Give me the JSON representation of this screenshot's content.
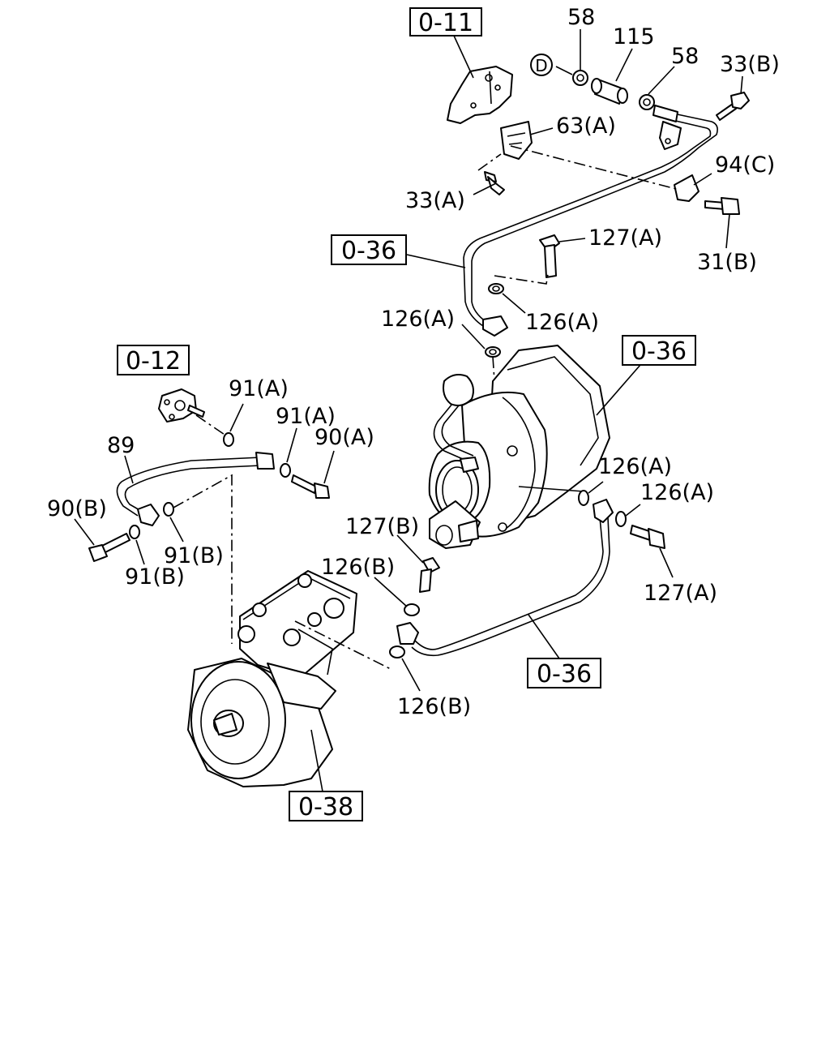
{
  "refs": {
    "r011": "0-11",
    "r036a": "0-36",
    "r036b": "0-36",
    "r036c": "0-36",
    "r012": "0-12",
    "r038": "0-38"
  },
  "labels": {
    "l58a": "58",
    "l115": "115",
    "l58b": "58",
    "l33b": "33(B)",
    "lD": "D",
    "l63a": "63(A)",
    "l94c": "94(C)",
    "l33a": "33(A)",
    "l127a_top": "127(A)",
    "l31b": "31(B)",
    "l126a_1": "126(A)",
    "l126a_2": "126(A)",
    "l91a_1": "91(A)",
    "l91a_2": "91(A)",
    "l90a": "90(A)",
    "l89": "89",
    "l90b": "90(B)",
    "l91b_1": "91(B)",
    "l91b_2": "91(B)",
    "l126a_3": "126(A)",
    "l126a_4": "126(A)",
    "l127b": "127(B)",
    "l126b_1": "126(B)",
    "l127a_bot": "127(A)",
    "l126b_2": "126(B)"
  }
}
